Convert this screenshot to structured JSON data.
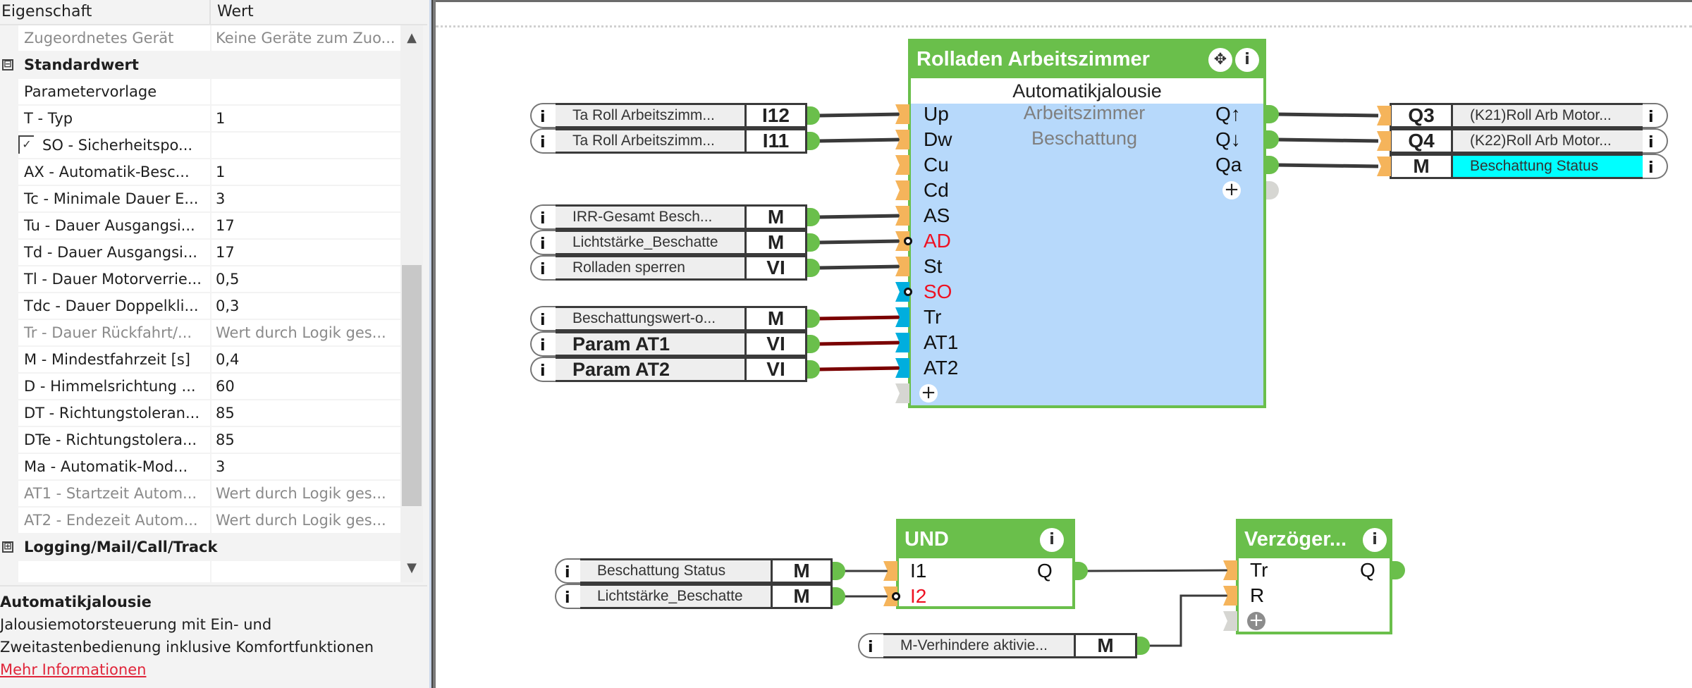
{
  "properties": {
    "header": {
      "name_col": "Eigenschaft",
      "value_col": "Wert"
    },
    "rows": [
      {
        "type": "prop",
        "name": "Zugeordnetes Gerät",
        "value": "Keine Geräte zum Zuo...",
        "disabled": true
      },
      {
        "type": "category",
        "name": "Standardwert",
        "expanded": true,
        "toggle": "⊟"
      },
      {
        "type": "prop",
        "name": "Parametervorlage",
        "value": ""
      },
      {
        "type": "prop",
        "name": "T - Typ",
        "value": "1"
      },
      {
        "type": "check",
        "name": "SO - Sicherheitspo...",
        "value": "",
        "checked": true,
        "check_glyph": "✓"
      },
      {
        "type": "prop",
        "name": "AX - Automatik-Besc...",
        "value": "1"
      },
      {
        "type": "prop",
        "name": "Tc - Minimale Dauer E...",
        "value": "3"
      },
      {
        "type": "prop",
        "name": "Tu - Dauer Ausgangsi...",
        "value": "17"
      },
      {
        "type": "prop",
        "name": "Td - Dauer Ausgangsi...",
        "value": "17"
      },
      {
        "type": "prop",
        "name": "Tl - Dauer Motorverrie...",
        "value": "0,5"
      },
      {
        "type": "prop",
        "name": "Tdc - Dauer Doppelkli...",
        "value": "0,3"
      },
      {
        "type": "prop",
        "name": "Tr - Dauer Rückfahrt/...",
        "value": "Wert durch Logik ges...",
        "disabled": true
      },
      {
        "type": "prop",
        "name": "M - Mindestfahrzeit [s]",
        "value": "0,4"
      },
      {
        "type": "prop",
        "name": "D - Himmelsrichtung ...",
        "value": "60"
      },
      {
        "type": "prop",
        "name": "DT - Richtungstoleran...",
        "value": "85"
      },
      {
        "type": "prop",
        "name": "DTe - Richtungstolera...",
        "value": "85"
      },
      {
        "type": "prop",
        "name": "Ma - Automatik-Mod...",
        "value": "3"
      },
      {
        "type": "prop",
        "name": "AT1 - Startzeit Autom...",
        "value": "Wert durch Logik ges...",
        "disabled": true
      },
      {
        "type": "prop",
        "name": "AT2 - Endezeit Autom...",
        "value": "Wert durch Logik ges...",
        "disabled": true
      },
      {
        "type": "category",
        "name": "Logging/Mail/Call/Track",
        "expanded": false,
        "toggle": "⊞"
      },
      {
        "type": "empty",
        "name": "",
        "value": ""
      }
    ],
    "scroll": {
      "up_icon": "▲",
      "down_icon": "▼",
      "position_fraction": 0.43
    },
    "description": {
      "title": "Automatikjalousie",
      "text_line1": "Jalousiemotorsteuerung mit Ein- und",
      "text_line2": "Zweitastenbedienung inklusive Komfortfunktionen",
      "link": "Mehr Informationen"
    }
  },
  "diagram": {
    "colors": {
      "block_green": "#6abf4b",
      "block_body": "#b7d9fb",
      "input_pin": "#f5b45b",
      "analog_pin": "#00aede",
      "wire_digital": "#3a3a3a",
      "wire_analog": "#7a0000",
      "highlight": "#00ffff",
      "negated_label": "#ee1122"
    },
    "main_block": {
      "title": "Rolladen Arbeitszimmer",
      "subtitle": "Automatikjalousie",
      "description_lines": [
        "Arbeitszimmer",
        "Beschattung"
      ],
      "move_icon": "✥",
      "info_icon": "i",
      "inputs": [
        {
          "name": "Up",
          "pin": "orange",
          "negated": false
        },
        {
          "name": "Dw",
          "pin": "orange",
          "negated": false
        },
        {
          "name": "Cu",
          "pin": "orange",
          "negated": false
        },
        {
          "name": "Cd",
          "pin": "orange",
          "negated": false
        },
        {
          "name": "AS",
          "pin": "orange",
          "negated": false
        },
        {
          "name": "AD",
          "pin": "orange",
          "negated": true
        },
        {
          "name": "St",
          "pin": "orange",
          "negated": false
        },
        {
          "name": "SO",
          "pin": "blue",
          "negated": true
        },
        {
          "name": "Tr",
          "pin": "blue",
          "negated": false
        },
        {
          "name": "AT1",
          "pin": "blue",
          "negated": false
        },
        {
          "name": "AT2",
          "pin": "blue",
          "negated": false
        }
      ],
      "outputs": [
        "Q↑",
        "Q↓",
        "Qa"
      ],
      "add_icon": "+"
    },
    "main_inputs": [
      {
        "label": "Ta Roll Arbeitszimm...",
        "type": "I12",
        "target": "Up",
        "wire": "digital"
      },
      {
        "label": "Ta Roll Arbeitszimm...",
        "type": "I11",
        "target": "Dw",
        "wire": "digital"
      },
      {
        "label": "IRR-Gesamt  Besch...",
        "type": "M",
        "target": "AS",
        "wire": "digital"
      },
      {
        "label": "Lichtstärke_Beschatte",
        "type": "M",
        "target": "AD",
        "wire": "digital"
      },
      {
        "label": "Rolladen sperren",
        "type": "VI",
        "target": "St",
        "wire": "digital"
      },
      {
        "label": "Beschattungswert-o...",
        "type": "M",
        "target": "Tr",
        "wire": "analog"
      },
      {
        "label": "Param AT1",
        "type": "VI",
        "target": "AT1",
        "wire": "analog",
        "emphasis": true
      },
      {
        "label": "Param AT2",
        "type": "VI",
        "target": "AT2",
        "wire": "analog",
        "emphasis": true
      }
    ],
    "main_outputs": [
      {
        "type": "Q3",
        "label": "(K21)Roll Arb Motor...",
        "source": "Q↑"
      },
      {
        "type": "Q4",
        "label": "(K22)Roll Arb Motor...",
        "source": "Q↓"
      },
      {
        "type": "M",
        "label": "Beschattung Status",
        "source": "Qa",
        "highlighted": true
      }
    ],
    "and_block": {
      "title": "UND",
      "info_icon": "i",
      "inputs": [
        {
          "name": "I1",
          "negated": false
        },
        {
          "name": "I2",
          "negated": true
        }
      ],
      "outputs": [
        "Q"
      ]
    },
    "and_inputs": [
      {
        "label": "Beschattung Status",
        "type": "M"
      },
      {
        "label": "Lichtstärke_Beschatte",
        "type": "M"
      }
    ],
    "delay_block": {
      "title": "Verzöger...",
      "info_icon": "i",
      "inputs": [
        {
          "name": "Tr"
        },
        {
          "name": "R"
        }
      ],
      "outputs": [
        "Q"
      ],
      "add_icon": "+"
    },
    "delay_inputs": [
      {
        "label": "M-Verhindere aktivie...",
        "type": "M",
        "target": "R"
      }
    ],
    "io_info_icon": "i"
  }
}
